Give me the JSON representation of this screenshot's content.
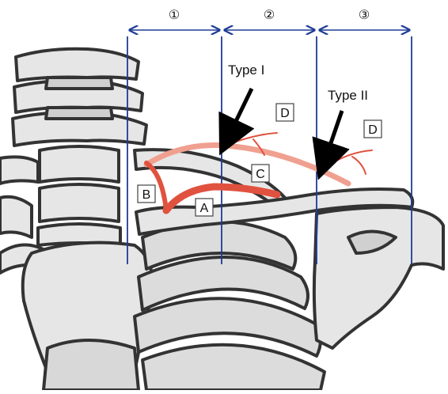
{
  "zones": [
    {
      "label": "①"
    },
    {
      "label": "②"
    },
    {
      "label": "③"
    }
  ],
  "type_labels": {
    "type1": "Type I",
    "type2": "Type II"
  },
  "box_labels": {
    "a": "A",
    "b": "B",
    "c": "C",
    "d1": "D",
    "d2": "D"
  },
  "colors": {
    "bone_fill": "#e6e6e6",
    "bone_outline": "#333333",
    "zone_line": "#1e3c96",
    "vessel_dark": "#e0523f",
    "vessel_light": "#f0a090",
    "arrow": "#000000"
  }
}
